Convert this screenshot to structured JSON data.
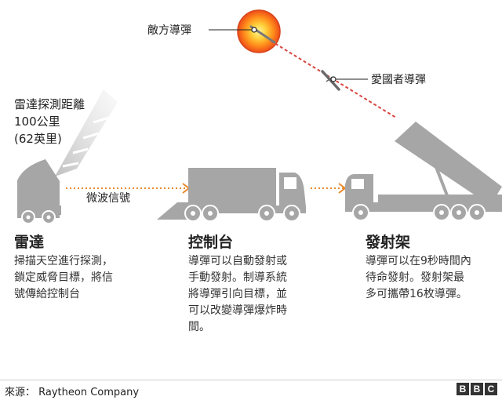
{
  "labels": {
    "enemy_missile": "敵方導彈",
    "patriot_missile": "愛國者導彈",
    "detection_range": [
      "雷達探測距離",
      "100公里",
      "(62英里)"
    ],
    "microwave_signal": "微波信號"
  },
  "sections": [
    {
      "title": "雷達",
      "desc": [
        "掃描天空進行探測，",
        "鎖定威脅目標，將信",
        "號傳給控制台"
      ]
    },
    {
      "title": "控制台",
      "desc": [
        "導彈可以自動發射或",
        "手動發射。制導系統",
        "將導彈引向目標，並",
        "可以改變導彈爆炸時",
        "間。"
      ]
    },
    {
      "title": "發射架",
      "desc": [
        "導彈可以在9秒時間內",
        "待命發射。發射架最",
        "多可攜帶16枚導彈。"
      ]
    }
  ],
  "footer": {
    "source": "來源： Raytheon Company",
    "logo": [
      "B",
      "B",
      "C"
    ]
  },
  "colors": {
    "vehicle_gray": "#a6a6a6",
    "arrow_orange": "#e8892b",
    "trajectory_red": "#d9463f"
  }
}
